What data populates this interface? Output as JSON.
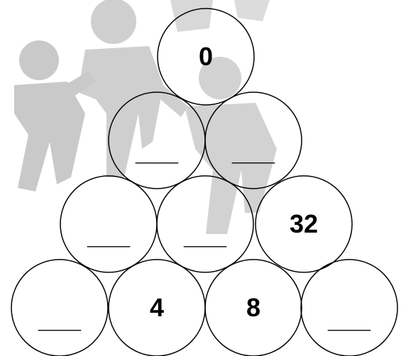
{
  "colors": {
    "background": "#ffffff",
    "watermark": "#c8c8c8",
    "circle_stroke": "#000000",
    "circle_fill": "#ffffff",
    "text": "#000000"
  },
  "watermark": {
    "icon": "people-holding-hands-icon"
  },
  "pyramid": {
    "rows": [
      {
        "cells": [
          {
            "value": "0"
          }
        ]
      },
      {
        "cells": [
          {
            "value": "___"
          },
          {
            "value": "___"
          }
        ]
      },
      {
        "cells": [
          {
            "value": "___"
          },
          {
            "value": "___"
          },
          {
            "value": "32"
          }
        ]
      },
      {
        "cells": [
          {
            "value": "___"
          },
          {
            "value": "4"
          },
          {
            "value": "8"
          },
          {
            "value": "___"
          }
        ]
      }
    ]
  }
}
